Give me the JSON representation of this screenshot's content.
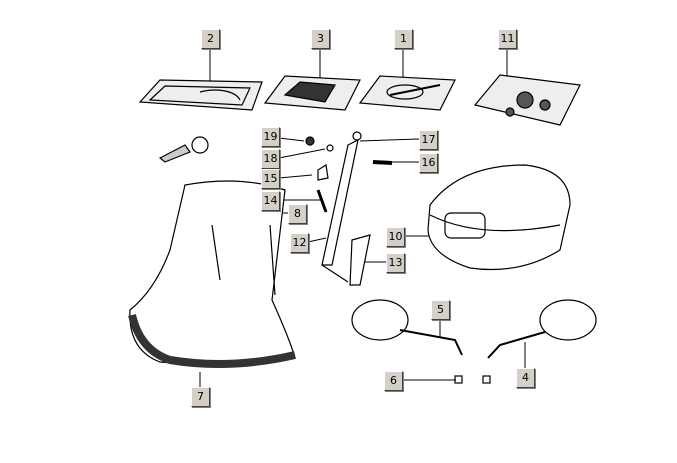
{
  "callouts": [
    "2",
    "3",
    "1",
    "11",
    "19",
    "17",
    "18",
    "16",
    "15",
    "14",
    "8",
    "12",
    "10",
    "13",
    "5",
    "6",
    "4",
    "7"
  ]
}
